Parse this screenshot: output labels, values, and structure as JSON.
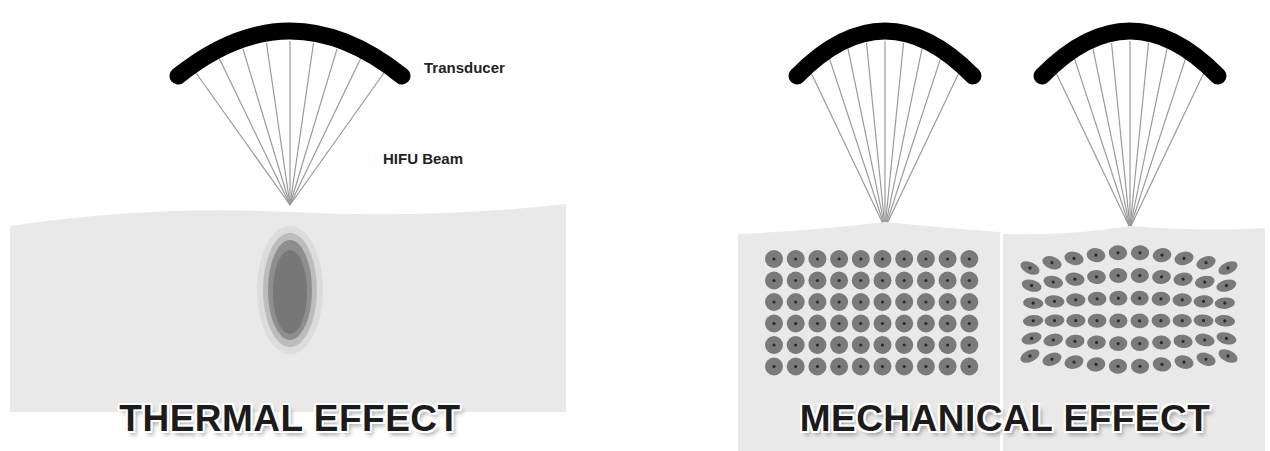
{
  "diagram": {
    "labels": [
      "Transducer",
      "HIFU Beam",
      "THERMAL EFFECT",
      "MECHANICAL EFFECT"
    ]
  }
}
